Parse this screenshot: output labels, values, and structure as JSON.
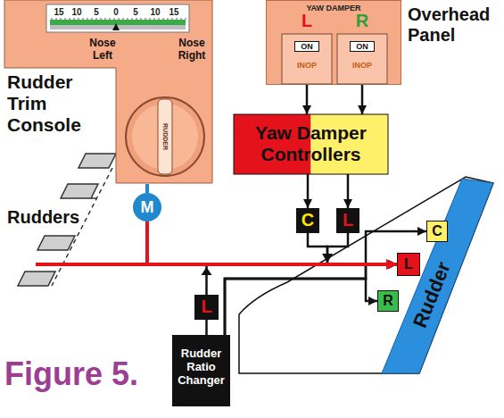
{
  "diagram": {
    "caption": "Figure 5.",
    "nodes": [
      {
        "text": [
          "Rudder Trim Console",
          "Nose Left",
          "Nose Right"
        ]
      },
      {
        "text": [
          "RUDDER"
        ],
        "in": 0
      },
      {
        "text": [
          "YAW DAMPER",
          "Overhead Panel"
        ]
      },
      {
        "text": [
          "L",
          "ON",
          "INOP"
        ],
        "in": 2
      },
      {
        "text": [
          "R",
          "ON",
          "INOP"
        ],
        "in": 2
      },
      {
        "text": [
          "Yaw Damper Controllers"
        ]
      },
      {
        "text": [
          "C"
        ]
      },
      {
        "text": [
          "L"
        ]
      },
      {
        "text": [
          "M"
        ]
      },
      {
        "text": [
          "Rudder Ratio Changer"
        ]
      },
      {
        "text": [
          "L"
        ]
      },
      {
        "text": [
          "Rudder"
        ]
      },
      {
        "text": [
          "C"
        ]
      },
      {
        "text": [
          "L"
        ]
      },
      {
        "text": [
          "R"
        ]
      }
    ],
    "edges": [
      {
        "from": 0,
        "to": 8,
        "arrow": "none"
      },
      {
        "from": 3,
        "to": 5,
        "arrow": "to"
      },
      {
        "from": 4,
        "to": 5,
        "arrow": "to"
      },
      {
        "from": 5,
        "to": 6,
        "arrow": "to"
      },
      {
        "from": 5,
        "to": 7,
        "arrow": "to"
      },
      {
        "from": 6,
        "to": 13,
        "arrow": "to"
      },
      {
        "from": 7,
        "to": 13,
        "arrow": "to"
      },
      {
        "from": 9,
        "to": 10,
        "arrow": "none"
      },
      {
        "from": 10,
        "to": 13,
        "arrow": "to"
      },
      {
        "from": 9,
        "to": 12,
        "arrow": "to"
      },
      {
        "from": 9,
        "to": 13,
        "arrow": "to"
      },
      {
        "from": 9,
        "to": 14,
        "arrow": "to"
      },
      {
        "from": 8,
        "to": 13,
        "arrow": "to"
      }
    ],
    "labels": [
      "15",
      "10",
      "5",
      "0",
      "5",
      "10",
      "15",
      "Rudders"
    ]
  }
}
